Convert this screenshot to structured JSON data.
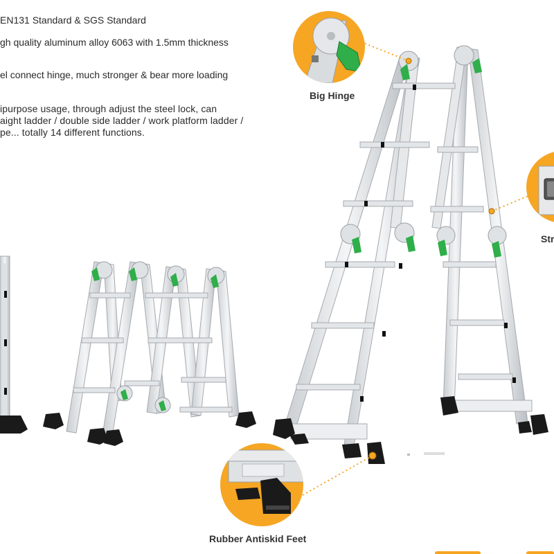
{
  "features": [
    [
      "EN131 Standard & SGS Standard"
    ],
    [
      "gh quality aluminum alloy 6063 with 1.5mm thickness"
    ],
    [
      "el connect hinge, much stronger & bear more loading"
    ],
    [
      "ipurpose usage, through adjust the steel lock, can",
      "aight ladder / double side ladder / work platform ladder /",
      "pe... totally 14 different functions."
    ]
  ],
  "callouts": {
    "hinge": "Big Hinge",
    "feet": "Rubber Antiskid Feet",
    "partial": "Str"
  },
  "colors": {
    "accent_orange": "#f6a623",
    "hinge_green": "#2fae4a",
    "aluminum": "#e8eaec",
    "rubber": "#1a1a1a"
  },
  "icons": [
    "hinge-icon",
    "rubber-foot-icon",
    "steel-lock-icon"
  ]
}
